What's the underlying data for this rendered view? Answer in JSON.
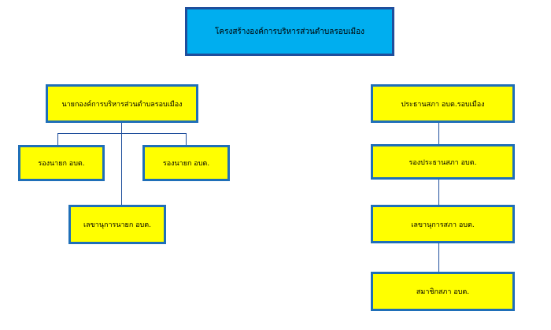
{
  "title": "โครงสร้างองค์การบริหารส่วนตำบลรอบเมือง",
  "left_branch": {
    "head": "นายกองค์การบริหารส่วนตำบลรอบเมือง",
    "deputy_1": "รองนายก  อบต.",
    "deputy_2": "รองนายก  อบต.",
    "secretary": "เลขานุการนายก  อบต."
  },
  "right_branch": {
    "head": "ประธานสภา  อบต.รอบเมือง",
    "vice": "รองประธานสภา  อบต.",
    "secretary": "เลขานุการสภา  อบต.",
    "member": "สมาชิกสภา  อบต."
  },
  "colors": {
    "title_fill": "#00aeef",
    "box_fill": "#ffff00",
    "border": "#1f6fb8"
  }
}
